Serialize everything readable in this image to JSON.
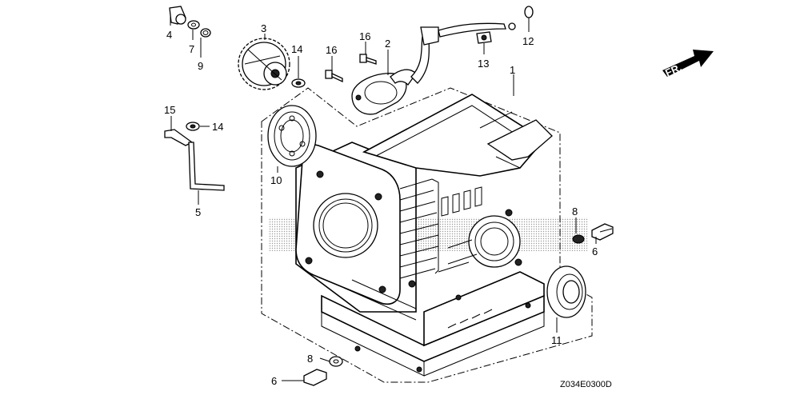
{
  "diagram": {
    "callouts": {
      "c1": "1",
      "c2": "2",
      "c3": "3",
      "c4": "4",
      "c5": "5",
      "c6a": "6",
      "c6b": "6",
      "c7": "7",
      "c8a": "8",
      "c8b": "8",
      "c9": "9",
      "c10": "10",
      "c11": "11",
      "c12": "12",
      "c13": "13",
      "c14a": "14",
      "c14b": "14",
      "c15": "15",
      "c16a": "16",
      "c16b": "16"
    },
    "direction_label": "FR.",
    "drawing_code": "Z034E0300D"
  }
}
